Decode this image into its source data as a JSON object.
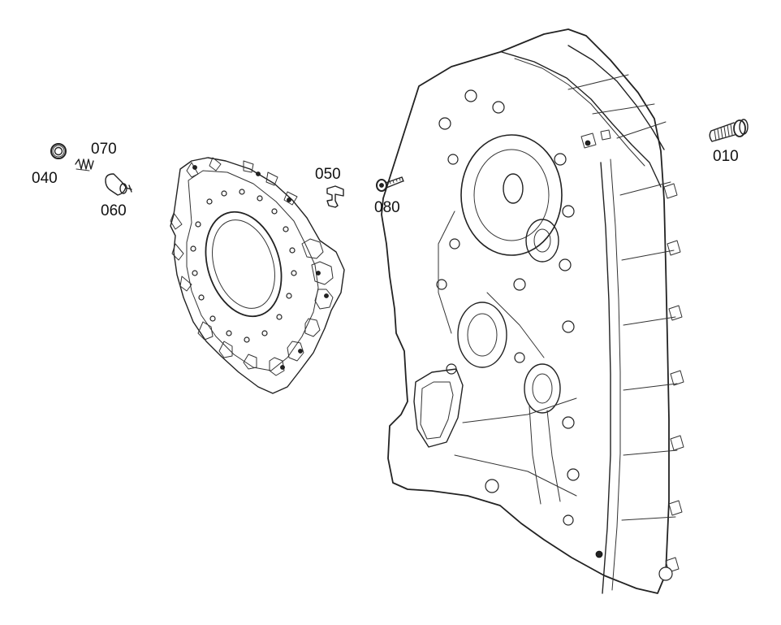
{
  "callouts": {
    "c010": "010",
    "c040": "040",
    "c050": "050",
    "c060": "060",
    "c070": "070",
    "c080": "080"
  }
}
